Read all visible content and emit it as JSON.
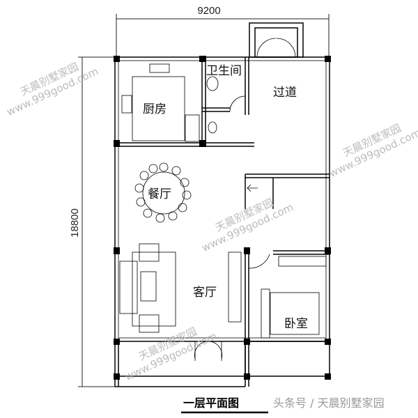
{
  "dimensions": {
    "width": "9200",
    "depth": "18800"
  },
  "rooms": {
    "kitchen": "厨房",
    "bathroom": "卫生间",
    "corridor": "过道",
    "dining": "餐厅",
    "living": "客厅",
    "bedroom": "卧室"
  },
  "watermark": {
    "brand": "天晨别墅家园",
    "url": "www.999good.com"
  },
  "title": "一层平面图",
  "credit": "头条号 / 天晨别墅家园"
}
